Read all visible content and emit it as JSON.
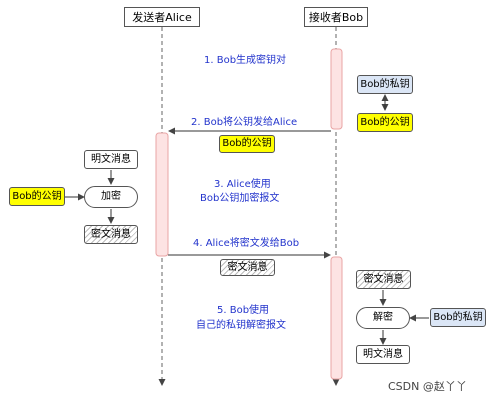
{
  "participants": {
    "alice": "发送者Alice",
    "bob": "接收者Bob"
  },
  "steps": {
    "step1": "1. Bob生成密钥对",
    "step2": "2. Bob将公钥发给Alice",
    "step3_line1": "3. Alice使用",
    "step3_line2": "Bob公钥加密报文",
    "step4": "4. Alice将密文发给Bob",
    "step5_line1": "5. Bob使用",
    "step5_line2": "自己的私钥解密报文"
  },
  "bob_keys": {
    "private_key": "Bob的私钥",
    "public_key": "Bob的公钥"
  },
  "transfer": {
    "public_key": "Bob的公钥",
    "ciphertext": "密文消息"
  },
  "alice_process": {
    "plaintext": "明文消息",
    "encrypt": "加密",
    "public_key": "Bob的公钥",
    "ciphertext": "密文消息"
  },
  "bob_process": {
    "ciphertext": "密文消息",
    "decrypt": "解密",
    "private_key": "Bob的私钥",
    "plaintext": "明文消息"
  },
  "watermark": "CSDN @赵丫丫",
  "colors": {
    "activation": "#fde3e3",
    "activation_border": "#e9a4a4",
    "step_text": "#2233cc",
    "key_yellow": "#ffff00",
    "key_blue": "#dbe6f6"
  }
}
